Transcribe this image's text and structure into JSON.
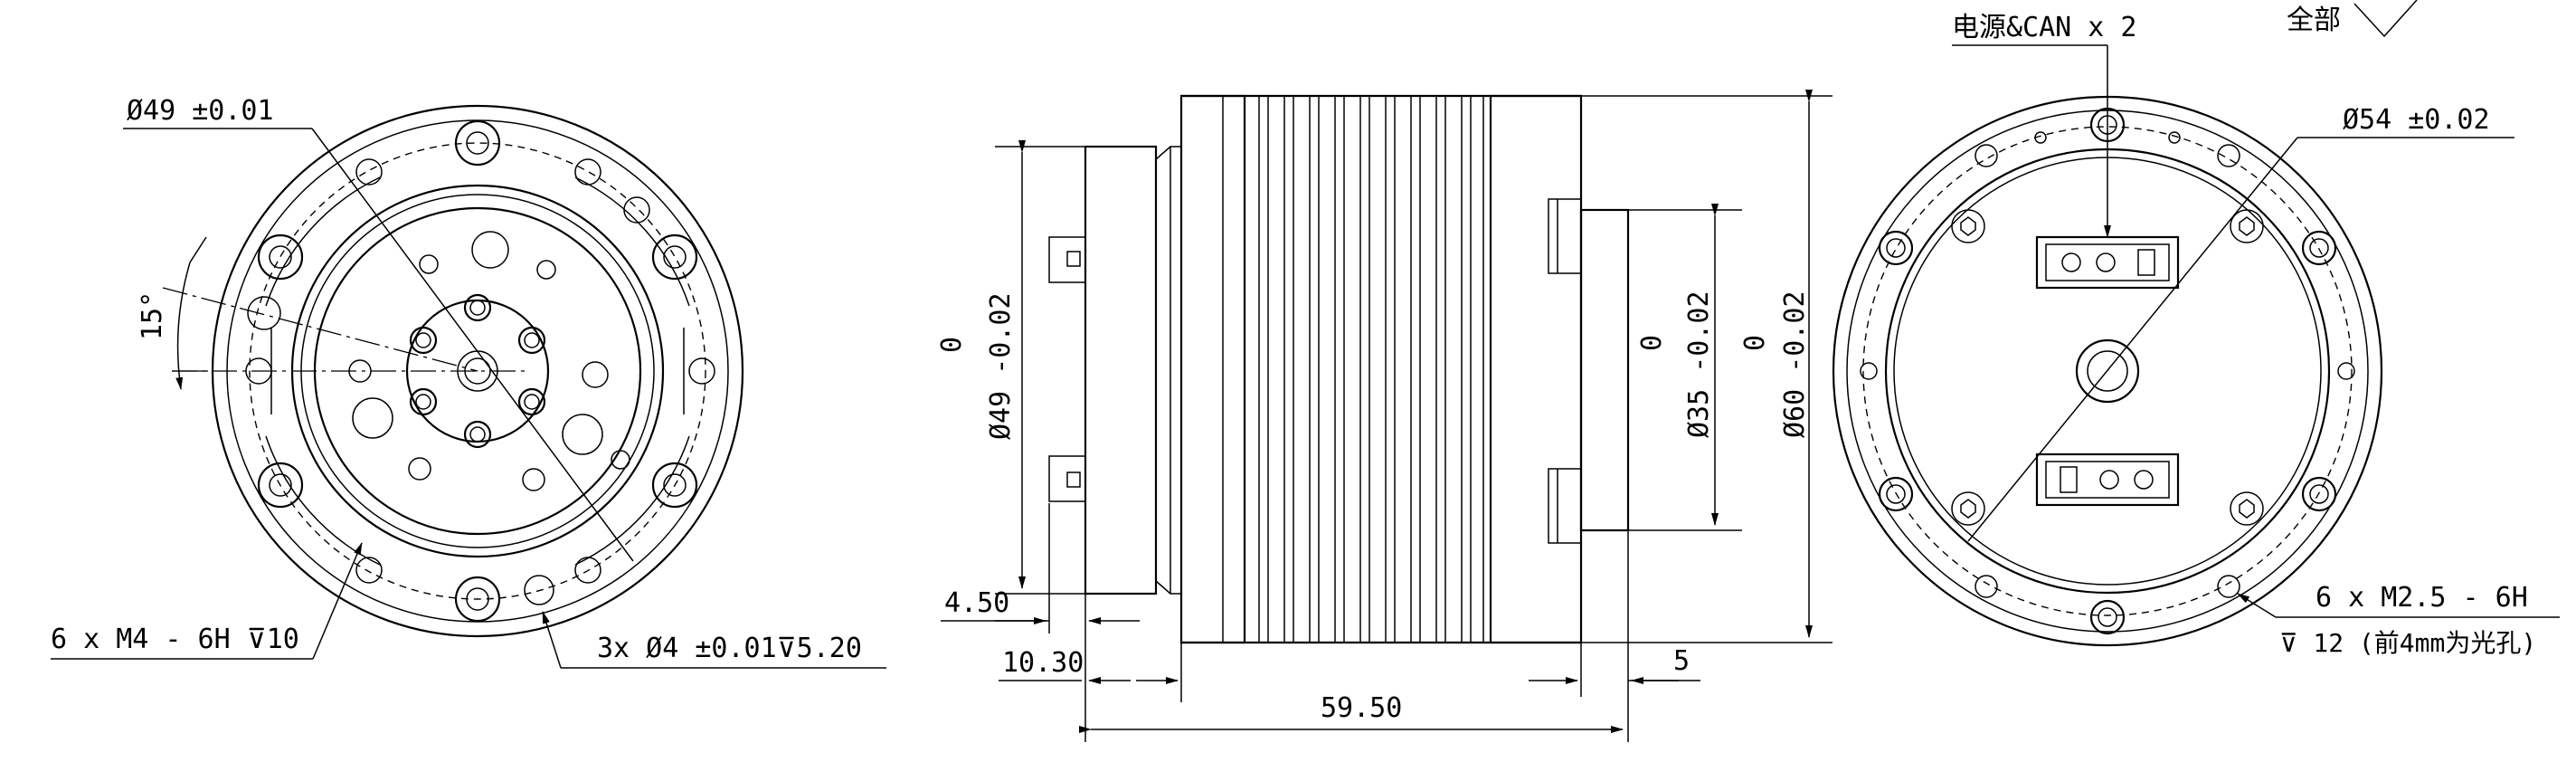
{
  "note_all": "全部",
  "views": {
    "front": {
      "dim_bore": "Ø49 ±0.01",
      "dim_angle": "15°",
      "callout_threads": "6 x  M4 - 6H ⊽10",
      "callout_holes": "3x Ø4 ±0.01⊽5.20"
    },
    "side": {
      "dim_d49_upper": "0",
      "dim_d49": "Ø49 -0.02",
      "dim_d35_upper": "0",
      "dim_d35": "Ø35 -0.02",
      "dim_d60_upper": "0",
      "dim_d60": "Ø60 -0.02",
      "dim_4_50": "4.50",
      "dim_10_30": "10.30",
      "dim_59_50": "59.50",
      "dim_5": "5"
    },
    "rear": {
      "connector_label": "电源&CAN x 2",
      "dim_pcd": "Ø54 ±0.02",
      "callout_threads_1": "6 x  M2.5 - 6H",
      "callout_threads_2": "⊽ 12 (前4mm为光孔)"
    }
  }
}
